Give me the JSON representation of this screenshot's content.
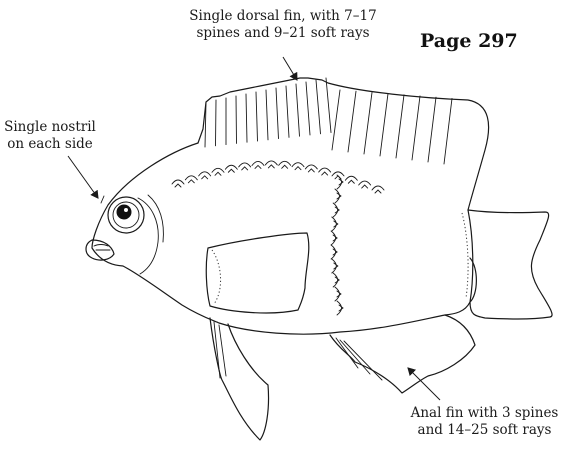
{
  "page_label": "Page 297",
  "annotations": {
    "dorsal_fin": [
      "Single dorsal fin, with 7–17",
      "spines and 9–21 soft rays"
    ],
    "nostril": [
      "Single nostril",
      "on each side"
    ],
    "anal_fin": [
      "Anal fin with 3 spines",
      "and 14–25 soft rays"
    ]
  }
}
